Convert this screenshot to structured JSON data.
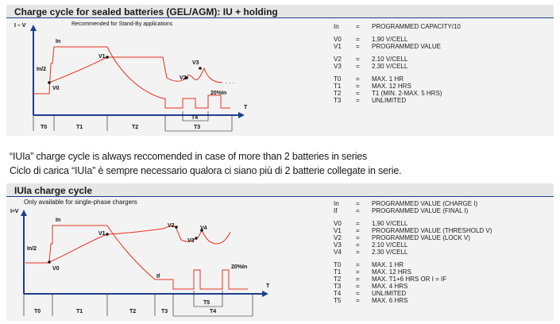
{
  "section1": {
    "title": "Charge cycle for sealed batteries (GEL/AGM): IU + holding",
    "chart": {
      "y_axis_label": "I – V",
      "note": "Recommended for Stand-By applications",
      "labels": {
        "In": "In",
        "In2": "In/2",
        "V0": "V0",
        "V1": "V1",
        "V2": "V2",
        "V3": "V3",
        "pct": "20%In",
        "T": "T",
        "dots": ". . ."
      },
      "phase_labels": [
        "T0",
        "T1",
        "T2",
        "T3",
        "T4"
      ]
    },
    "legend": [
      [
        {
          "k": "In",
          "v": "PROGRAMMED CAPACITY/10"
        }
      ],
      [
        {
          "k": "V0",
          "v": "1,90 V/CELL"
        },
        {
          "k": "V1",
          "v": "PROGRAMMED VALUE"
        }
      ],
      [
        {
          "k": "V2",
          "v": "2.10 V/CELL"
        },
        {
          "k": "V3",
          "v": "2.30 V/CELL"
        }
      ],
      [
        {
          "k": "T0",
          "v": "MAX. 1 HR"
        },
        {
          "k": "T1",
          "v": "MAX. 12 HRS"
        },
        {
          "k": "T2",
          "v": "T1 (MIN. 2-MAX. 5 HRS)"
        },
        {
          "k": "T3",
          "v": "UNLIMITED"
        }
      ]
    ]
  },
  "notes": {
    "english": "“IUIa” charge cycle is always reccomended in case of more than 2 batteries in series",
    "italian": "Ciclo di carica “IUIa” è sempre necessario qualora ci siano più di 2 batterie collegate in serie."
  },
  "section2": {
    "title": "IUIa charge cycle",
    "chart": {
      "y_axis_label": "I÷V",
      "note": "Only available for single-phase chargers",
      "labels": {
        "In": "In",
        "In2": "In/2",
        "V0": "V0",
        "V1": "V1",
        "V2": "V2",
        "V3": "V3",
        "V4": "V4",
        "If": "If",
        "pct": "20%In",
        "T": "T"
      },
      "phase_labels": [
        "T0",
        "T1",
        "T2",
        "T3",
        "T5",
        "T4"
      ]
    },
    "legend": [
      [
        {
          "k": "In",
          "v": "PROGRAMMED VALUE (CHARGE I)"
        },
        {
          "k": "If",
          "v": "PROGRAMMED VALUE (FINAL I)"
        }
      ],
      [
        {
          "k": "V0",
          "v": "1,90 V/CELL"
        },
        {
          "k": "V1",
          "v": "PROGRAMMED VALUE (THRESHOLD V)"
        },
        {
          "k": "V2",
          "v": "PROGRAMMED VALUE (LOCK V)"
        },
        {
          "k": "V3",
          "v": "2.10 V/CELL"
        },
        {
          "k": "V4",
          "v": "2.30 V/CELL"
        }
      ],
      [
        {
          "k": "T0",
          "v": "MAX. 1 HR"
        },
        {
          "k": "T1",
          "v": "MAX. 12 HRS"
        },
        {
          "k": "T2",
          "v": "MAX. T1+6 HRS OR I = IF"
        },
        {
          "k": "T3",
          "v": "MAX. 4 HRS"
        },
        {
          "k": "T4",
          "v": "UNLIMITED"
        },
        {
          "k": "T5",
          "v": "MAX. 6 HRS"
        }
      ]
    ],
    "eq": "="
  }
}
